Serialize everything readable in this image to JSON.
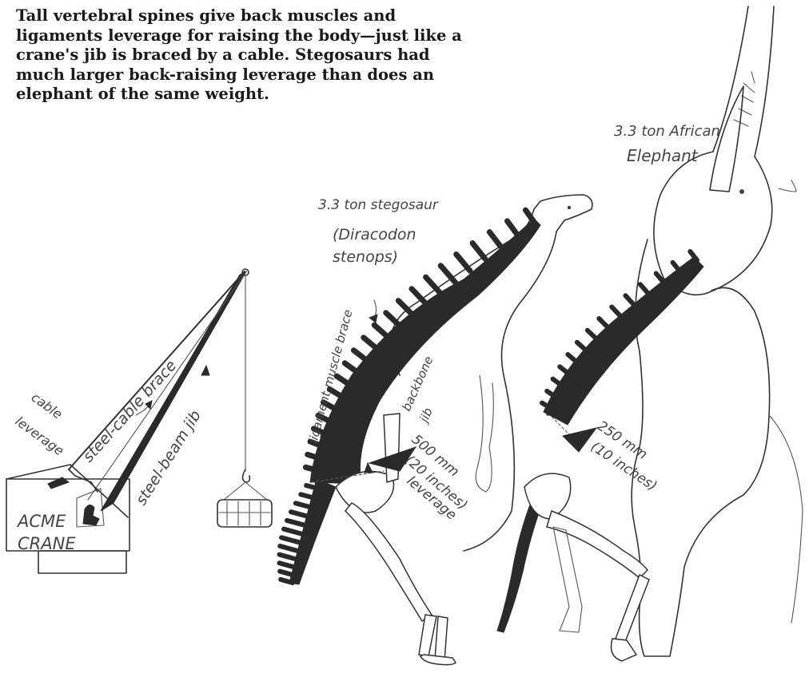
{
  "caption": {
    "lines": [
      "Tall vertebral spines give back muscles and",
      "ligaments leverage for raising the body—just like a",
      "crane's jib is braced by a cable. Stegosaurs had",
      "much larger back-raising leverage than does an",
      "elephant of the same weight."
    ]
  },
  "labels": {
    "elephant_title_1": "3.3 ton African",
    "elephant_title_2": "Elephant",
    "stego_title": "3.3 ton stegosaur",
    "stego_species_1": "(Diracodon",
    "stego_species_2": "stenops)",
    "ligament_brace": "ligament-muscle brace",
    "backbone_jib_1": "backbone",
    "backbone_jib_2": "jib",
    "stego_leverage_1": "500 mm",
    "stego_leverage_2": "(20 inches)",
    "stego_leverage_3": "leverage",
    "elephant_leverage_1": "250 mm",
    "elephant_leverage_2": "(10 inches)",
    "cable_brace": "steel-cable brace",
    "beam_jib": "steel-beam jib",
    "cable_leverage_1": "cable",
    "cable_leverage_2": "leverage",
    "crane_name_1": "ACME",
    "crane_name_2": "CRANE"
  }
}
